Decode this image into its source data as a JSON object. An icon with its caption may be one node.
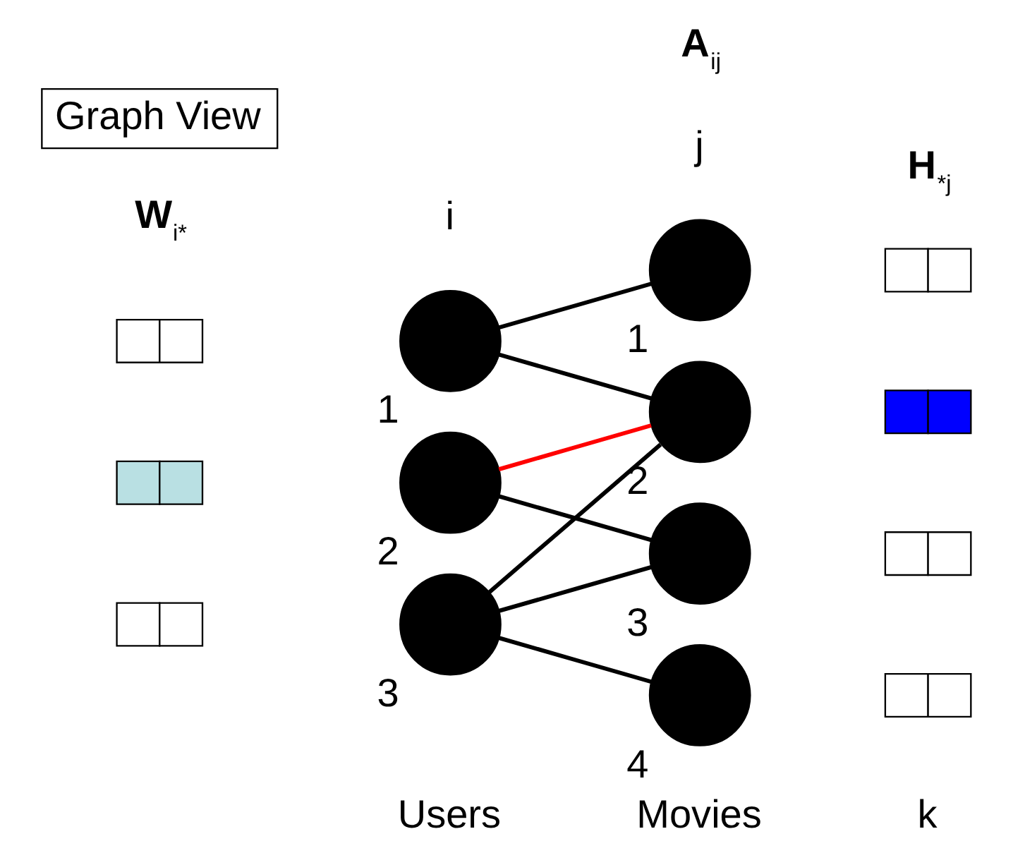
{
  "diagram": {
    "nodes": [
      {
        "text": [
          "Graph View"
        ]
      },
      {
        "text": [],
        "shape": "box"
      },
      {
        "text": [],
        "shape": "box"
      },
      {
        "text": [],
        "shape": "box"
      },
      {
        "text": [],
        "shape": "circle",
        "beside": [
          "1"
        ]
      },
      {
        "text": [],
        "shape": "circle",
        "beside": [
          "2"
        ]
      },
      {
        "text": [],
        "shape": "circle",
        "beside": [
          "3"
        ]
      },
      {
        "text": [],
        "shape": "circle",
        "beside": [
          "1"
        ]
      },
      {
        "text": [],
        "shape": "circle",
        "beside": [
          "2"
        ]
      },
      {
        "text": [],
        "shape": "circle",
        "beside": [
          "3"
        ]
      },
      {
        "text": [],
        "shape": "circle",
        "beside": [
          "4"
        ]
      },
      {
        "text": [],
        "shape": "box"
      },
      {
        "text": [],
        "shape": "box"
      },
      {
        "text": [],
        "shape": "box"
      },
      {
        "text": [],
        "shape": "box"
      }
    ],
    "edges": [
      {
        "from": 4,
        "to": 7,
        "arrow": "none"
      },
      {
        "from": 4,
        "to": 8,
        "arrow": "none"
      },
      {
        "from": 5,
        "to": 8,
        "arrow": "none",
        "color": "#ff0000"
      },
      {
        "from": 5,
        "to": 9,
        "arrow": "none"
      },
      {
        "from": 6,
        "to": 8,
        "arrow": "none"
      },
      {
        "from": 6,
        "to": 9,
        "arrow": "none"
      },
      {
        "from": 6,
        "to": 10,
        "arrow": "none"
      }
    ],
    "labels": [
      "**W**$_{i*}$",
      "i",
      "**A**$_{ij}$",
      "j",
      "**H**$_{*j}$",
      "Users",
      "Movies",
      "k"
    ]
  }
}
